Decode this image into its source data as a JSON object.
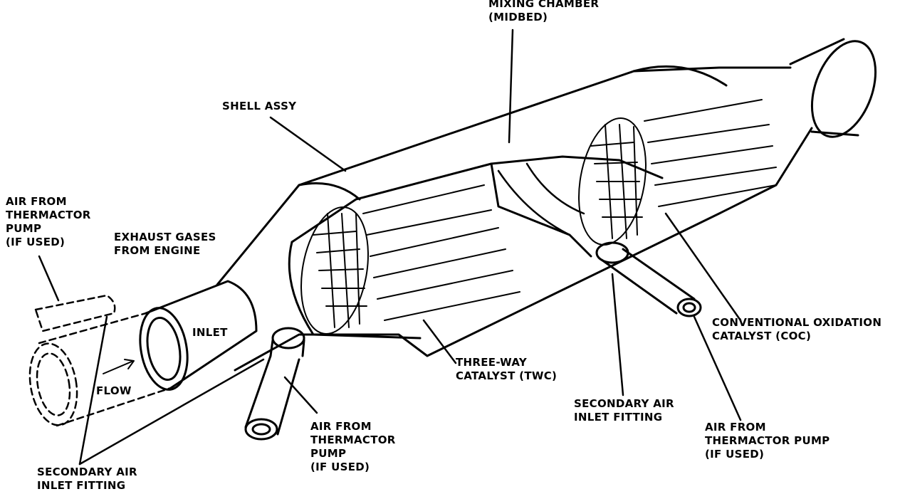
{
  "labels": {
    "mixing_chamber": [
      "MIXING CHAMBER",
      "(MIDBED)"
    ],
    "shell_assy": [
      "SHELL ASSY"
    ],
    "air_thermactor_left": [
      "AIR FROM",
      "THERMACTOR",
      "PUMP",
      "(IF USED)"
    ],
    "exhaust_gases": [
      "EXHAUST GASES",
      "FROM ENGINE"
    ],
    "inlet": [
      "INLET"
    ],
    "flow": [
      "FLOW"
    ],
    "secondary_air_left": [
      "SECONDARY AIR",
      "INLET FITTING"
    ],
    "air_thermactor_mid": [
      "AIR FROM",
      "THERMACTOR",
      "PUMP",
      "(IF USED)"
    ],
    "three_way": [
      "THREE-WAY",
      "CATALYST (TWC)"
    ],
    "secondary_air_right": [
      "SECONDARY AIR",
      "INLET FITTING"
    ],
    "conventional_oxidation": [
      "CONVENTIONAL OXIDATION",
      "CATALYST (COC)"
    ],
    "air_thermactor_right": [
      "AIR FROM",
      "THERMACTOR PUMP",
      "(IF USED)"
    ]
  },
  "colors": {
    "ink": "#000000",
    "paper": "#ffffff"
  }
}
